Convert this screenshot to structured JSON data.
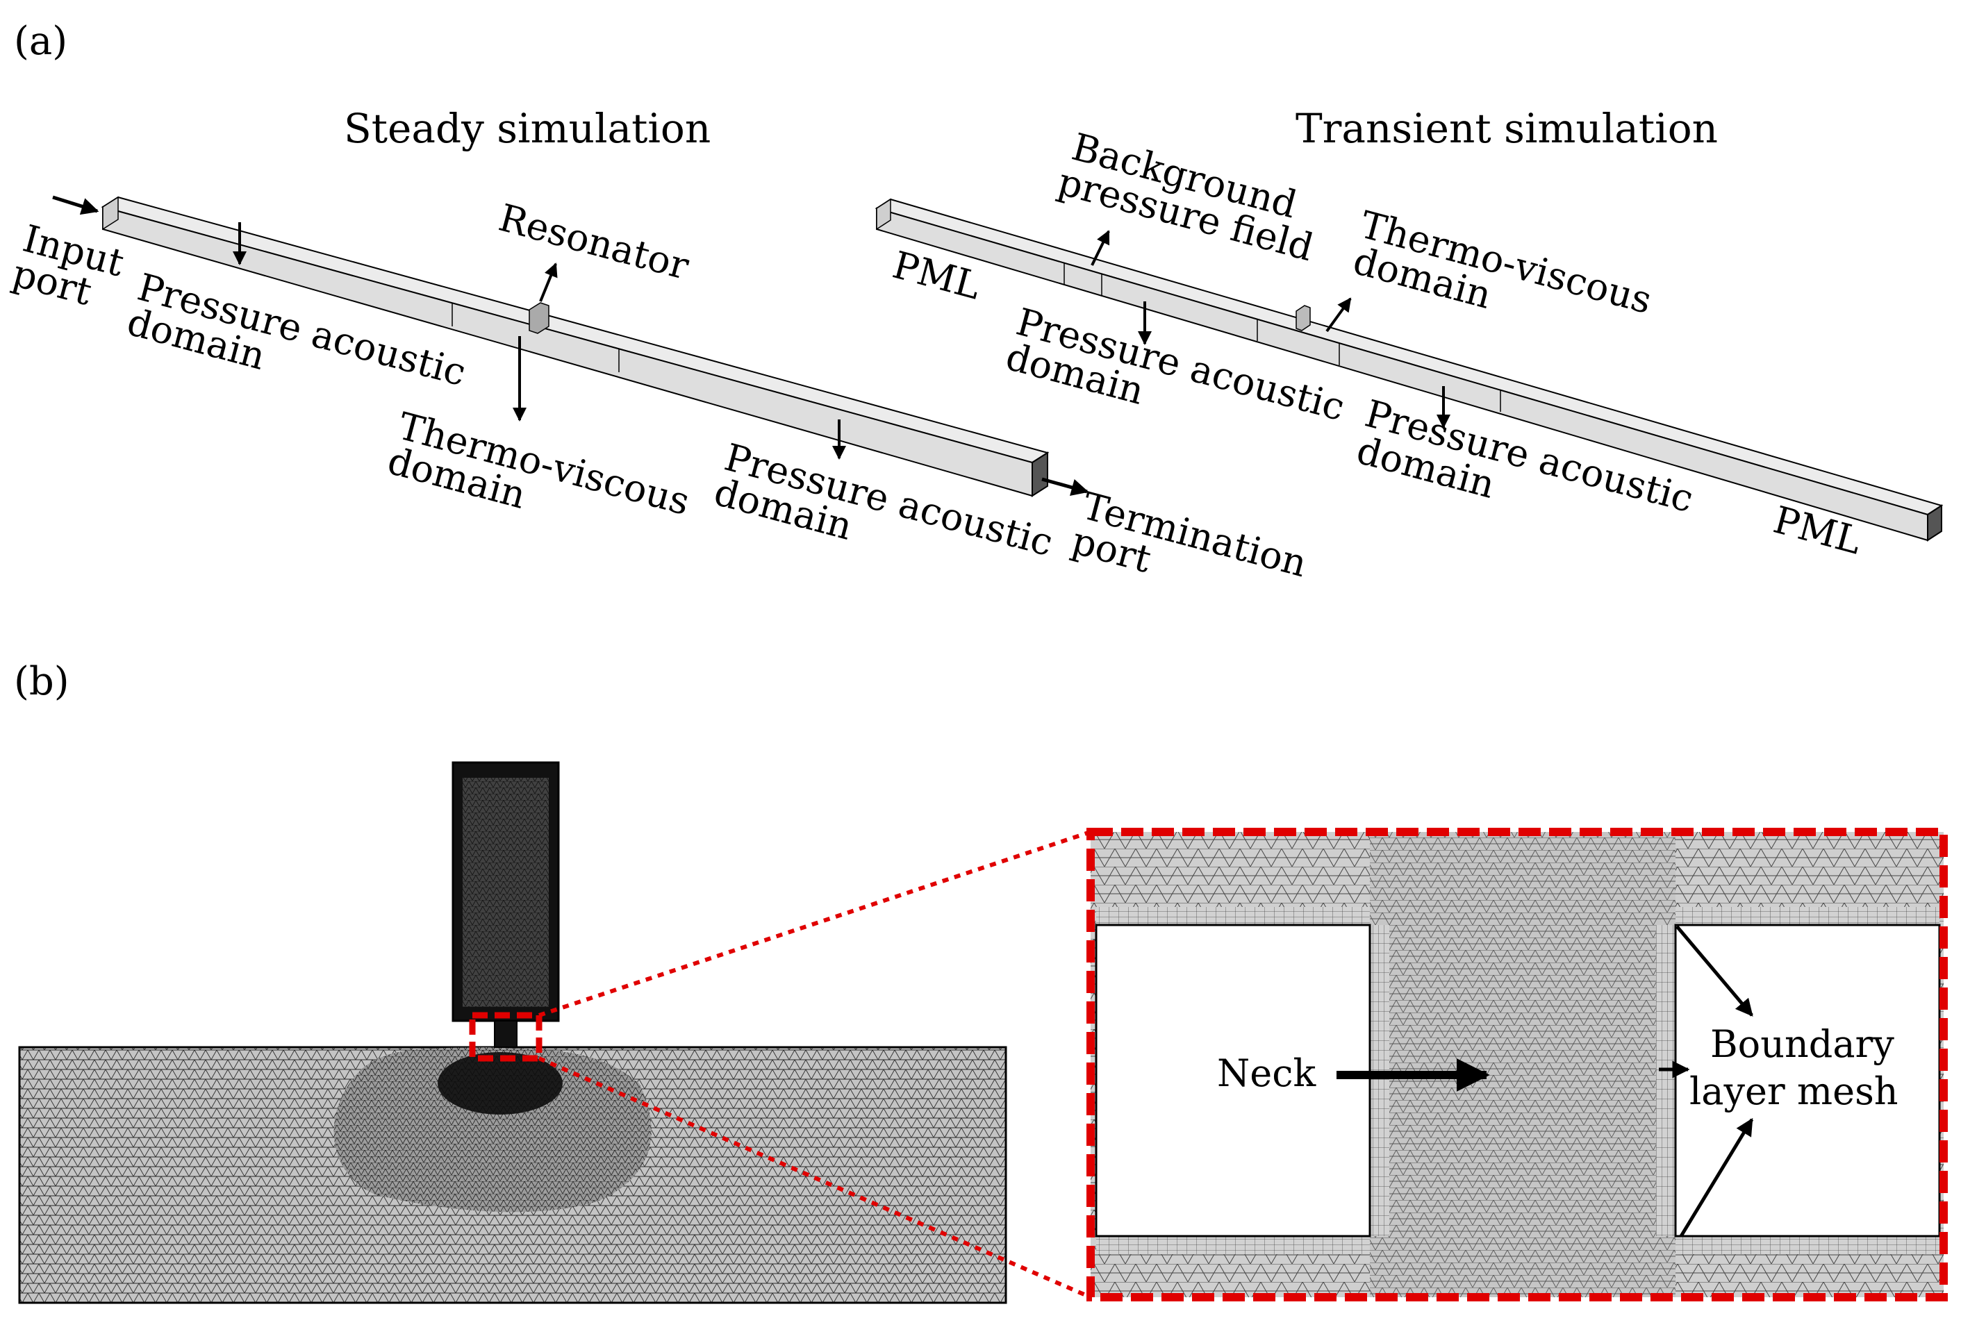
{
  "panel_a": {
    "label": "(a)",
    "steady": {
      "title": "Steady simulation",
      "input_port": [
        "Input",
        "port"
      ],
      "resonator": "Resonator",
      "pressure_domain_1": [
        "Pressure acoustic",
        "domain"
      ],
      "thermo_domain": [
        "Thermo-viscous",
        "domain"
      ],
      "pressure_domain_2": [
        "Pressure acoustic",
        "domain"
      ],
      "termination_port": [
        "Termination",
        "port"
      ]
    },
    "transient": {
      "title": "Transient simulation",
      "pml_left": "PML",
      "background": [
        "Background",
        "pressure field"
      ],
      "thermo_domain": [
        "Thermo-viscous",
        "domain"
      ],
      "pressure_domain_1": [
        "Pressure acoustic",
        "domain"
      ],
      "pressure_domain_2": [
        "Pressure acoustic",
        "domain"
      ],
      "pml_right": "PML"
    }
  },
  "panel_b": {
    "label": "(b)",
    "neck": "Neck",
    "boundary": [
      "Boundary",
      "layer mesh"
    ]
  },
  "colors": {
    "duct_face": "#e3e3e3",
    "duct_side": "#c8c8c8",
    "mesh_fill": "#bdbdbd",
    "highlight": "#e00000"
  }
}
